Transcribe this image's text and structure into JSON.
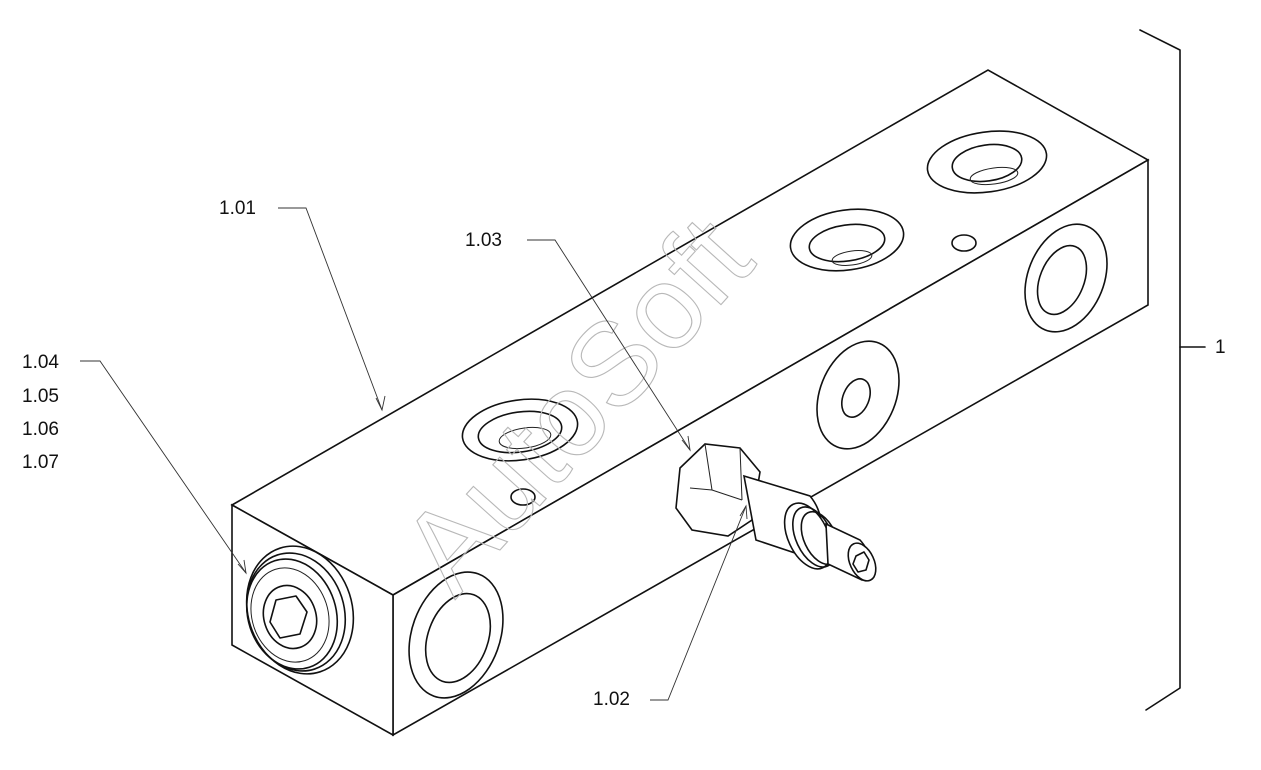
{
  "callouts": {
    "item_1_01": "1.01",
    "item_1_02": "1.02",
    "item_1_03": "1.03",
    "item_1_04": "1.04",
    "item_1_05": "1.05",
    "item_1_06": "1.06",
    "item_1_07": "1.07",
    "assembly": "1"
  },
  "watermark": "AutoSoft"
}
